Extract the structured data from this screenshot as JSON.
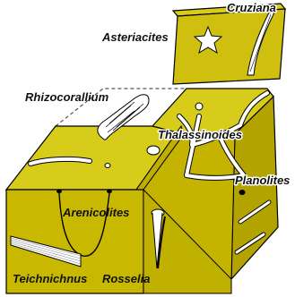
{
  "colors": {
    "top_face": "#d8cc1a",
    "front_face": "#c9b800",
    "side_face": "#b3a300",
    "burrow": "#ffffff",
    "outline": "#000000",
    "background": "#ffffff"
  },
  "labels": {
    "cruziana": "Cruziana",
    "asteriacites": "Asteriacites",
    "rhizocorallium": "Rhizocorallium",
    "thalassinoides": "Thalassinoides",
    "planolites": "Planolites",
    "arenicolites": "Arenicolites",
    "teichnichnus": "Teichnichnus",
    "rosselia": "Rosselia"
  }
}
